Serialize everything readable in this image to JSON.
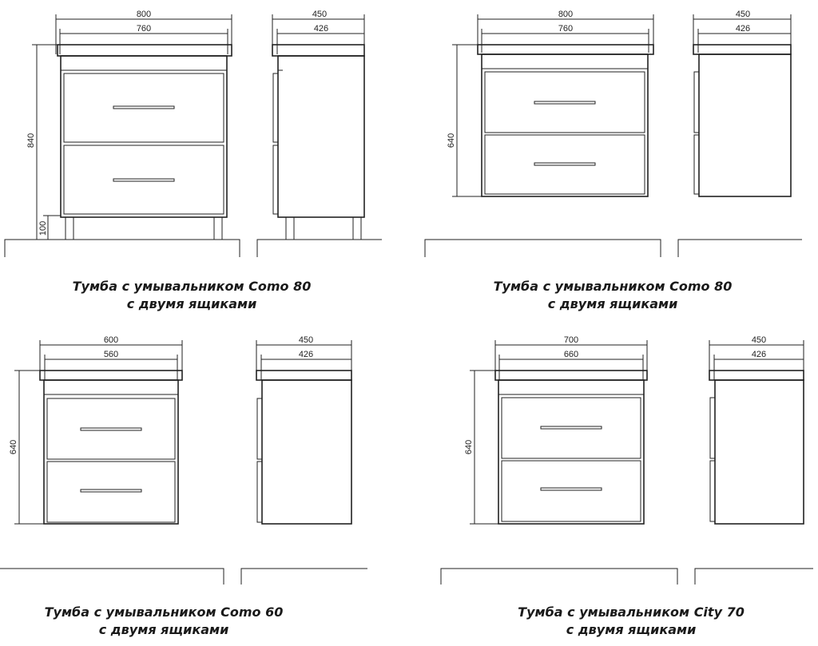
{
  "colors": {
    "ink": "#222222",
    "background": "#ffffff"
  },
  "views": [
    {
      "caption_line1": "Тумба с умывальником Como 80",
      "caption_line2": "с двумя ящиками",
      "front_overall_width": "800",
      "front_inner_width": "760",
      "side_overall_depth": "450",
      "side_inner_depth": "426",
      "height": "840",
      "leg_height": "100"
    },
    {
      "caption_line1": "Тумба с умывальником Como 80",
      "caption_line2": "с двумя ящиками",
      "front_overall_width": "800",
      "front_inner_width": "760",
      "side_overall_depth": "450",
      "side_inner_depth": "426",
      "height": "640"
    },
    {
      "caption_line1": "Тумба с умывальником Como 60",
      "caption_line2": "с двумя ящиками",
      "front_overall_width": "600",
      "front_inner_width": "560",
      "side_overall_depth": "450",
      "side_inner_depth": "426",
      "height": "640"
    },
    {
      "caption_line1": "Тумба с умывальником City 70",
      "caption_line2": "с двумя ящиками",
      "front_overall_width": "700",
      "front_inner_width": "660",
      "side_overall_depth": "450",
      "side_inner_depth": "426",
      "height": "640"
    }
  ]
}
